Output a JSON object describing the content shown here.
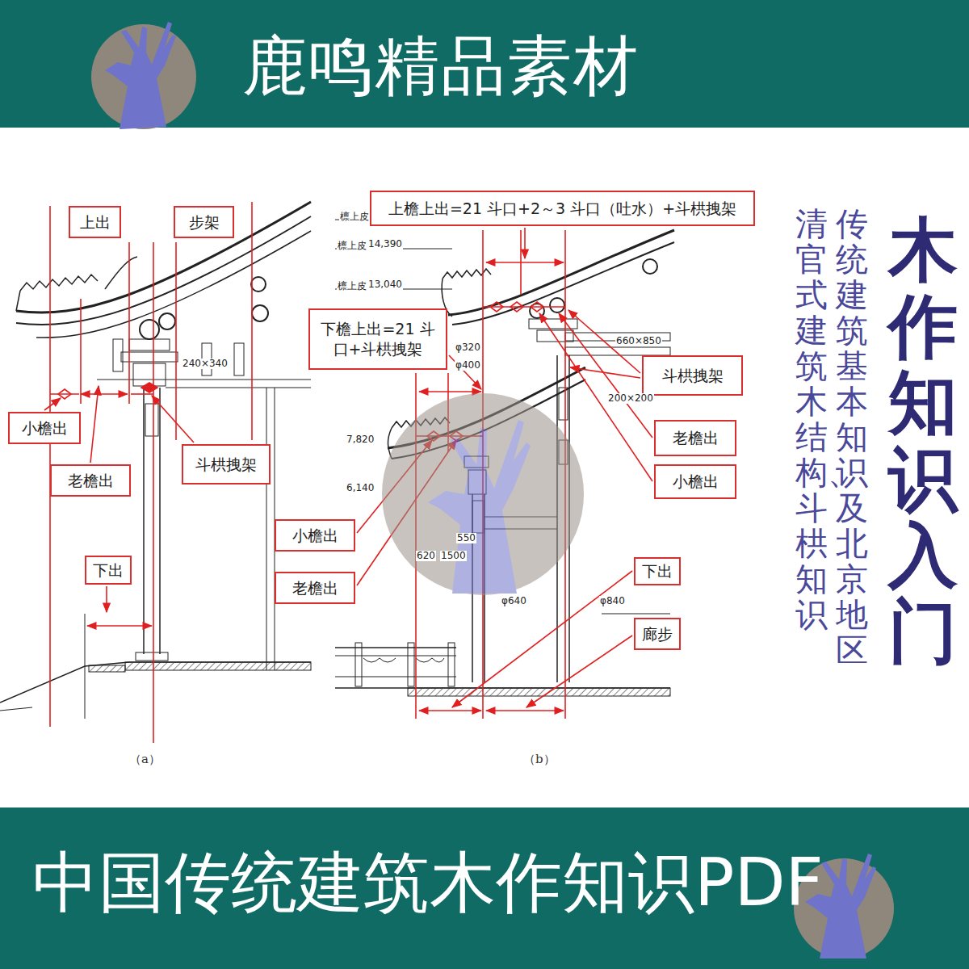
{
  "diagram": {
    "title": "鹿鸣精品素材",
    "caption": "中国传统建筑木作知识PDF",
    "nodes": [
      {
        "text": [
          "上出"
        ]
      },
      {
        "text": [
          "步架"
        ]
      },
      {
        "text": [
          "小檐出"
        ]
      },
      {
        "text": [
          "老檐出"
        ]
      },
      {
        "text": [
          "斗栱拽架"
        ]
      },
      {
        "text": [
          "下出"
        ]
      },
      {
        "text": [
          "上檐上出=21 斗口+2～3 斗口（吐水）+斗栱拽架"
        ]
      },
      {
        "text": [
          "下檐上出=21 斗口+斗栱拽架"
        ]
      },
      {
        "text": [
          "斗栱拽架"
        ]
      },
      {
        "text": [
          "老檐出"
        ]
      },
      {
        "text": [
          "小檐出"
        ]
      },
      {
        "text": [
          "小檐出"
        ]
      },
      {
        "text": [
          "老檐出"
        ]
      },
      {
        "text": [
          "下出"
        ]
      },
      {
        "text": [
          "廊步"
        ]
      }
    ],
    "labels": [
      "木作知识入门",
      "传统建筑基本知识及北京地区",
      "清官式建筑木结构、斗栱知识",
      "檩上皮",
      "檩上皮",
      "14,390",
      "檩上皮",
      "13,040",
      "240×340",
      "660×850",
      "φ320",
      "φ400",
      "200×200",
      "7,820",
      "6,140",
      "550",
      "620",
      "1500",
      "φ640",
      "φ840",
      "（a）",
      "（b）"
    ]
  }
}
